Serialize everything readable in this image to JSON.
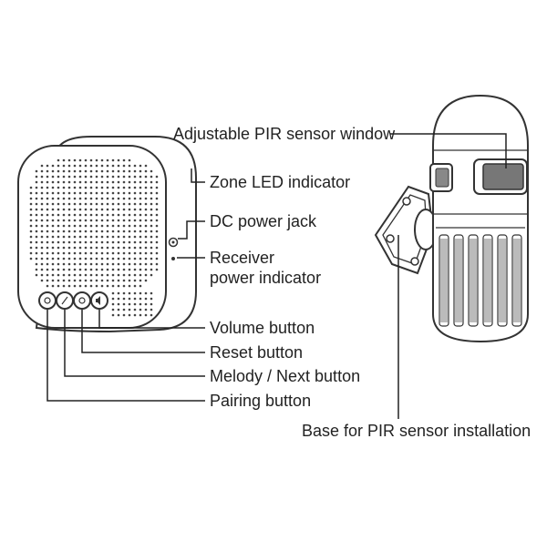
{
  "labels": {
    "pir_window": "Adjustable PIR sensor window",
    "zone_led": "Zone LED indicator",
    "dc_jack": "DC power jack",
    "receiver_power_line1": "Receiver",
    "receiver_power_line2": "power indicator",
    "volume": "Volume button",
    "reset": "Reset button",
    "melody_next": "Melody / Next button",
    "pairing": "Pairing button",
    "base": "Base for PIR sensor installation"
  },
  "colors": {
    "line": "#222222",
    "device_outline": "#333333",
    "background": "#ffffff"
  },
  "icons": [
    "speaker-grille",
    "dc-jack-port",
    "power-led",
    "pairing-button",
    "melody-button",
    "reset-button",
    "volume-button",
    "pir-window"
  ]
}
